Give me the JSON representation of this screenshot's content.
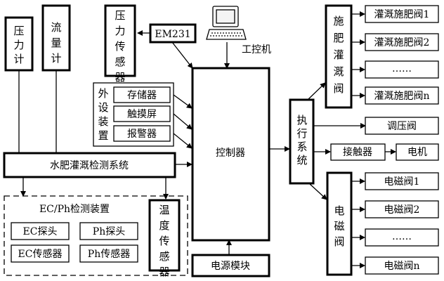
{
  "left_sensors": {
    "pressure_gauge": "压力计",
    "flow_meter": "流量计"
  },
  "pressure_sensor": "压力传感器",
  "em231": "EM231",
  "ipc": "工控机",
  "peripherals": {
    "title": "外设装置",
    "items": [
      "存储器",
      "触摸屏",
      "报警器"
    ]
  },
  "monitor_system": "水肥灌溉检测系统",
  "ecph": {
    "title": "EC/Ph检测装置",
    "items": [
      "EC探头",
      "Ph探头",
      "EC传感器",
      "Ph传感器"
    ]
  },
  "temp_sensor": "温度传感器",
  "controller": "控制器",
  "power": "电源模块",
  "actuator": "执行系统",
  "fert_valve_group": "施肥灌溉阀",
  "fert_valves": [
    "灌溉施肥阀1",
    "灌溉施肥阀2",
    "……",
    "灌溉施肥阀n"
  ],
  "pressure_valve": "调压阀",
  "contactor": "接触器",
  "motor": "电机",
  "solenoid_group": "电磁阀",
  "solenoid_valves": [
    "电磁阀1",
    "电磁阀2",
    "……",
    "电磁阀n"
  ]
}
